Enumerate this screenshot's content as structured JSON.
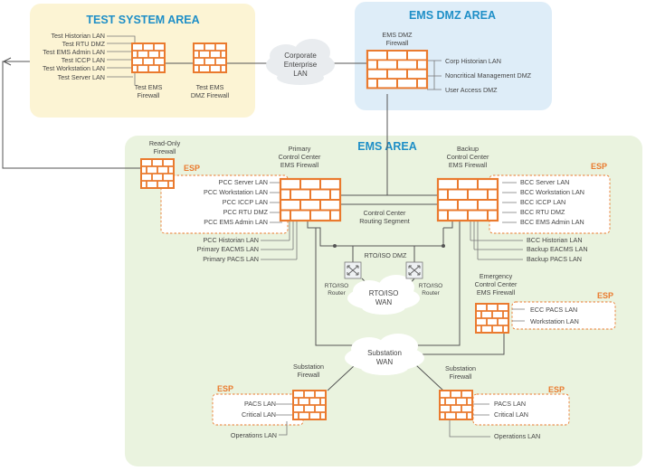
{
  "areas": {
    "test_system": "TEST SYSTEM AREA",
    "ems_dmz": "EMS DMZ AREA",
    "ems": "EMS AREA"
  },
  "test_lans": [
    "Test Historian LAN",
    "Test RTU DMZ",
    "Test EMS Admin LAN",
    "Test ICCP LAN",
    "Test Workstation LAN",
    "Test Server LAN"
  ],
  "firewalls": {
    "test_ems": [
      "Test EMS",
      "Firewall"
    ],
    "test_ems_dmz": [
      "Test EMS",
      "DMZ Firewall"
    ],
    "ems_dmz": [
      "EMS DMZ",
      "Firewall"
    ],
    "read_only": [
      "Read-Only",
      "Firewall"
    ],
    "primary": [
      "Primary",
      "Control Center",
      "EMS Firewall"
    ],
    "backup": [
      "Backup",
      "Control Center",
      "EMS Firewall"
    ],
    "emergency": [
      "Emergency",
      "Control Center",
      "EMS Firewall"
    ],
    "substation_left": [
      "Substation",
      "Firewall"
    ],
    "substation_right": [
      "Substation",
      "Firewall"
    ]
  },
  "corporate_lan": [
    "Corporate",
    "Enterprise",
    "LAN"
  ],
  "dmz_lans": [
    "Corp Historian LAN",
    "Noncritical Management DMZ",
    "User Access DMZ"
  ],
  "pcc_lans": [
    "PCC Server LAN",
    "PCC Workstation LAN",
    "PCC ICCP LAN",
    "PCC RTU DMZ",
    "PCC EMS Admin LAN"
  ],
  "pcc_outer_lans": [
    "PCC Historian LAN",
    "Primary EACMS LAN",
    "Primary PACS LAN"
  ],
  "bcc_lans": [
    "BCC Server LAN",
    "BCC Workstation LAN",
    "BCC ICCP LAN",
    "BCC RTU DMZ",
    "BCC EMS Admin LAN"
  ],
  "bcc_outer_lans": [
    "BCC Historian LAN",
    "Backup EACMS LAN",
    "Backup PACS LAN"
  ],
  "ecc_lans": [
    "ECC PACS LAN",
    "Workstation LAN"
  ],
  "routing_segment": [
    "Control Center",
    "Routing Segment"
  ],
  "rto_dmz": "RTO/ISO DMZ",
  "rto_router": [
    "RTO/ISO",
    "Router"
  ],
  "rto_wan": [
    "RTO/ISO",
    "WAN"
  ],
  "substation_wan": [
    "Substation",
    "WAN"
  ],
  "substation_lans": [
    "PACS LAN",
    "Critical LAN"
  ],
  "operations_lan": "Operations LAN",
  "esp_label": "ESP",
  "colors": {
    "brick": "#ea7a2e",
    "title_blue": "#1f8fc7",
    "test_area_bg": "#fcf4d4",
    "dmz_area_bg": "#deedf8",
    "ems_area_bg": "#eaf3df"
  }
}
